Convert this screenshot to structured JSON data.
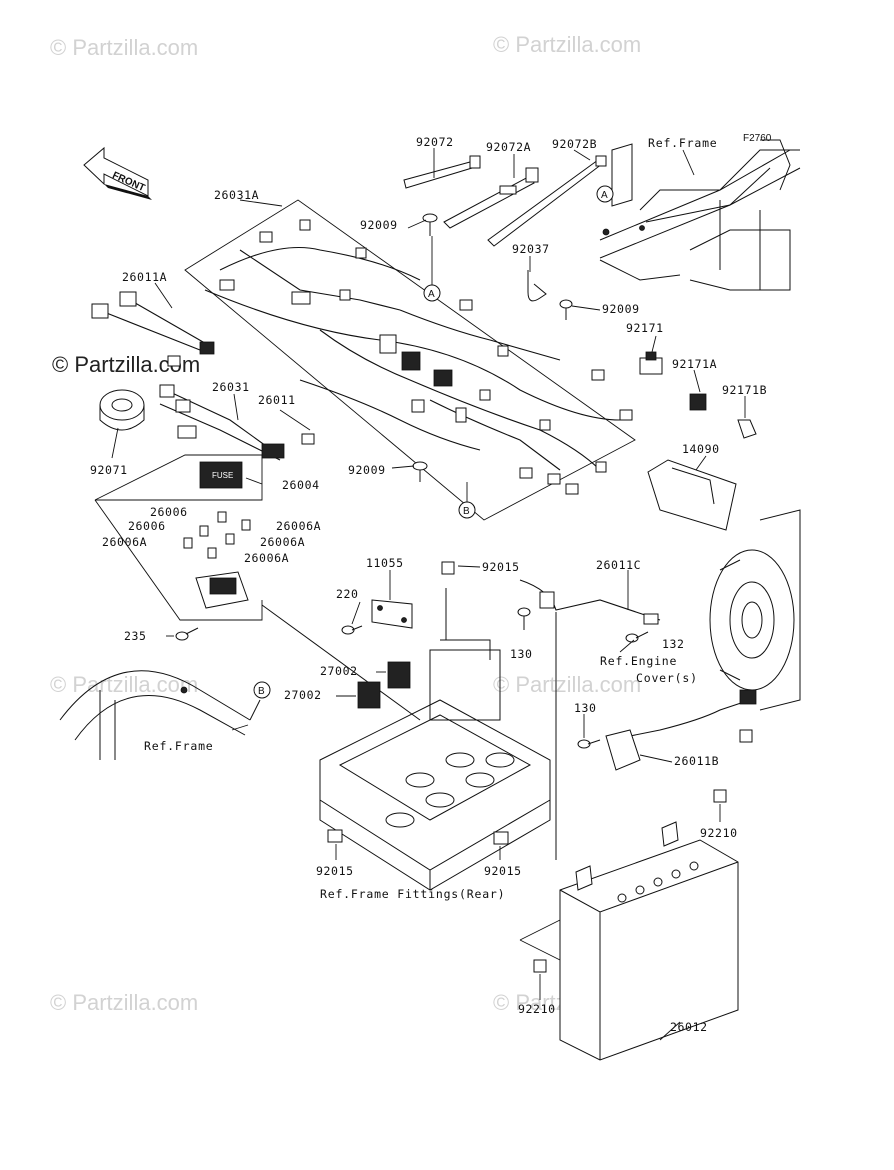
{
  "watermark": "© Partzilla.com",
  "figure_code": "F2760",
  "front_arrow": "FRONT",
  "fuse_text": "FUSE",
  "callouts": [
    "A",
    "B"
  ],
  "labels": {
    "p92072": "92072",
    "p92072A": "92072A",
    "p92072B": "92072B",
    "p26031A": "26031A",
    "p92009_a": "92009",
    "p92037": "92037",
    "p92009_b": "92009",
    "p26011A": "26011A",
    "p92171": "92171",
    "p92171A": "92171A",
    "p92171B": "92171B",
    "p26031": "26031",
    "p26011": "26011",
    "p92071": "92071",
    "p92009_c": "92009",
    "p14090": "14090",
    "p26004": "26004",
    "p26006_a": "26006",
    "p26006_b": "26006",
    "p26006A_a": "26006A",
    "p26006A_b": "26006A",
    "p26006A_c": "26006A",
    "p26006A_d": "26006A",
    "p11055": "11055",
    "p92015_a": "92015",
    "p26011C": "26011C",
    "p220": "220",
    "p130_a": "130",
    "p132": "132",
    "p235": "235",
    "p27002_a": "27002",
    "p27002_b": "27002",
    "p130_b": "130",
    "p26011B": "26011B",
    "p92210_a": "92210",
    "p92015_b": "92015",
    "p92015_c": "92015",
    "p92210_b": "92210",
    "p26012": "26012"
  },
  "refs": {
    "frame_top": "Ref.Frame",
    "engine_cover_1": "Ref.Engine",
    "engine_cover_2": "Cover(s)",
    "frame_left": "Ref.Frame",
    "frame_fittings": "Ref.Frame Fittings(Rear)"
  }
}
